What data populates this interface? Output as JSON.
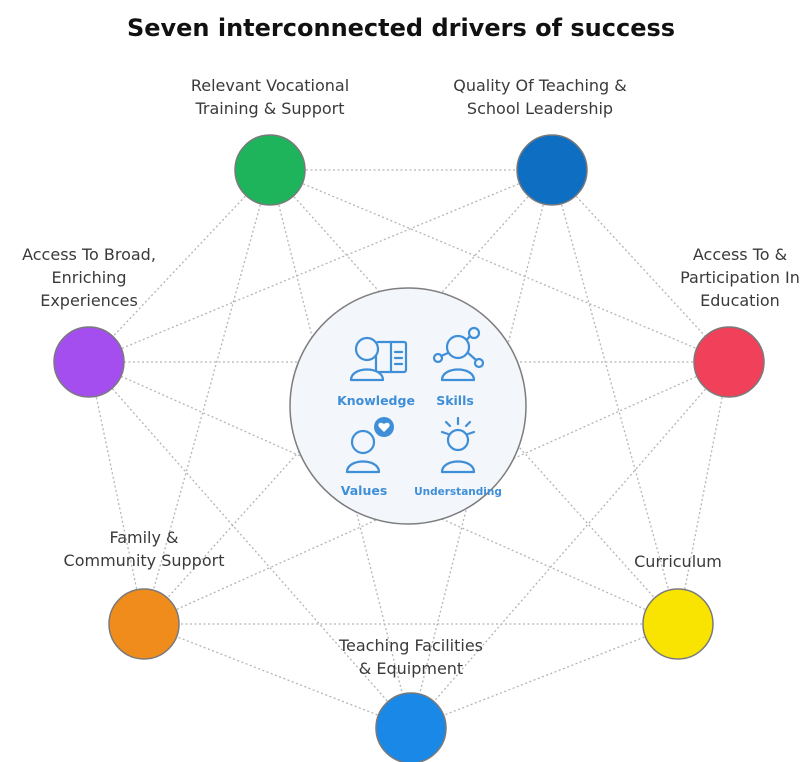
{
  "title": "Seven interconnected drivers of success",
  "nodes": [
    {
      "id": "vocational",
      "lines": [
        "Relevant Vocational",
        "Training & Support"
      ],
      "color": "#1db45c"
    },
    {
      "id": "teaching",
      "lines": [
        "Quality Of Teaching &",
        "School  Leadership"
      ],
      "color": "#0d6ec2"
    },
    {
      "id": "participation",
      "lines": [
        "Access To &",
        "Participation In",
        "Education"
      ],
      "color": "#f0405a"
    },
    {
      "id": "curriculum",
      "lines": [
        "Curriculum"
      ],
      "color": "#f8e400"
    },
    {
      "id": "facilities",
      "lines": [
        "Teaching Facilities",
        "& Equipment"
      ],
      "color": "#1a88e6"
    },
    {
      "id": "family",
      "lines": [
        "Family &",
        "Community Support"
      ],
      "color": "#f08c1c"
    },
    {
      "id": "experiences",
      "lines": [
        "Access To Broad,",
        "Enriching",
        "Experiences"
      ],
      "color": "#a44ef0"
    }
  ],
  "center": {
    "items": [
      "Knowledge",
      "Skills",
      "Values",
      "Understanding"
    ],
    "accent": "#3f8fd8",
    "icons": [
      "knowledge-icon",
      "skills-icon",
      "values-icon",
      "understanding-icon"
    ]
  }
}
